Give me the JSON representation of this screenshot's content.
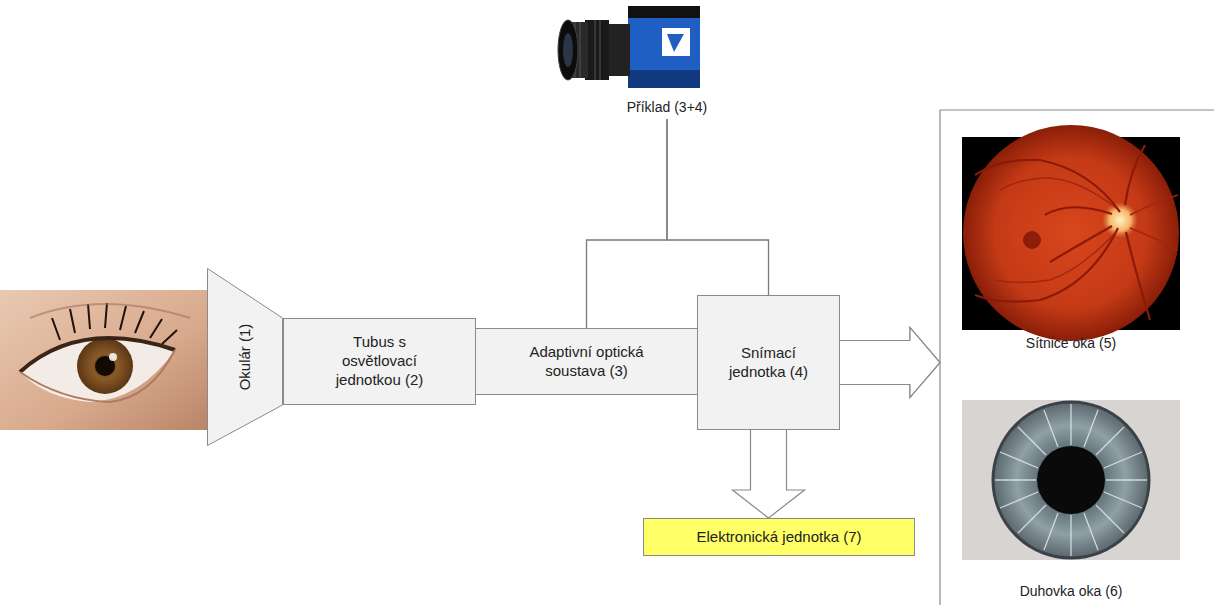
{
  "diagram": {
    "nodes": [
      {
        "text": [
          "Příklad (3+4)"
        ]
      },
      {
        "text": [
          "Okulár (1)"
        ]
      },
      {
        "text": [
          "Tubus s osvětlovací jednotkou (2)"
        ]
      },
      {
        "text": [
          "Adaptivní optická soustava (3)"
        ]
      },
      {
        "text": [
          "Snímací jednotka (4)"
        ]
      },
      {
        "text": [
          "Sítnice oka (5)"
        ]
      },
      {
        "text": [
          "Duhovka oka (6)"
        ]
      },
      {
        "text": [
          "Elektronická jednotka (7)"
        ]
      }
    ],
    "edges": [
      {
        "from": 0,
        "to": 3,
        "arrow": "none"
      },
      {
        "from": 0,
        "to": 4,
        "arrow": "none"
      },
      {
        "from": 4,
        "to": 5,
        "arrow": "to"
      },
      {
        "from": 4,
        "to": 6,
        "arrow": "to"
      },
      {
        "from": 4,
        "to": 7,
        "arrow": "to"
      }
    ]
  }
}
